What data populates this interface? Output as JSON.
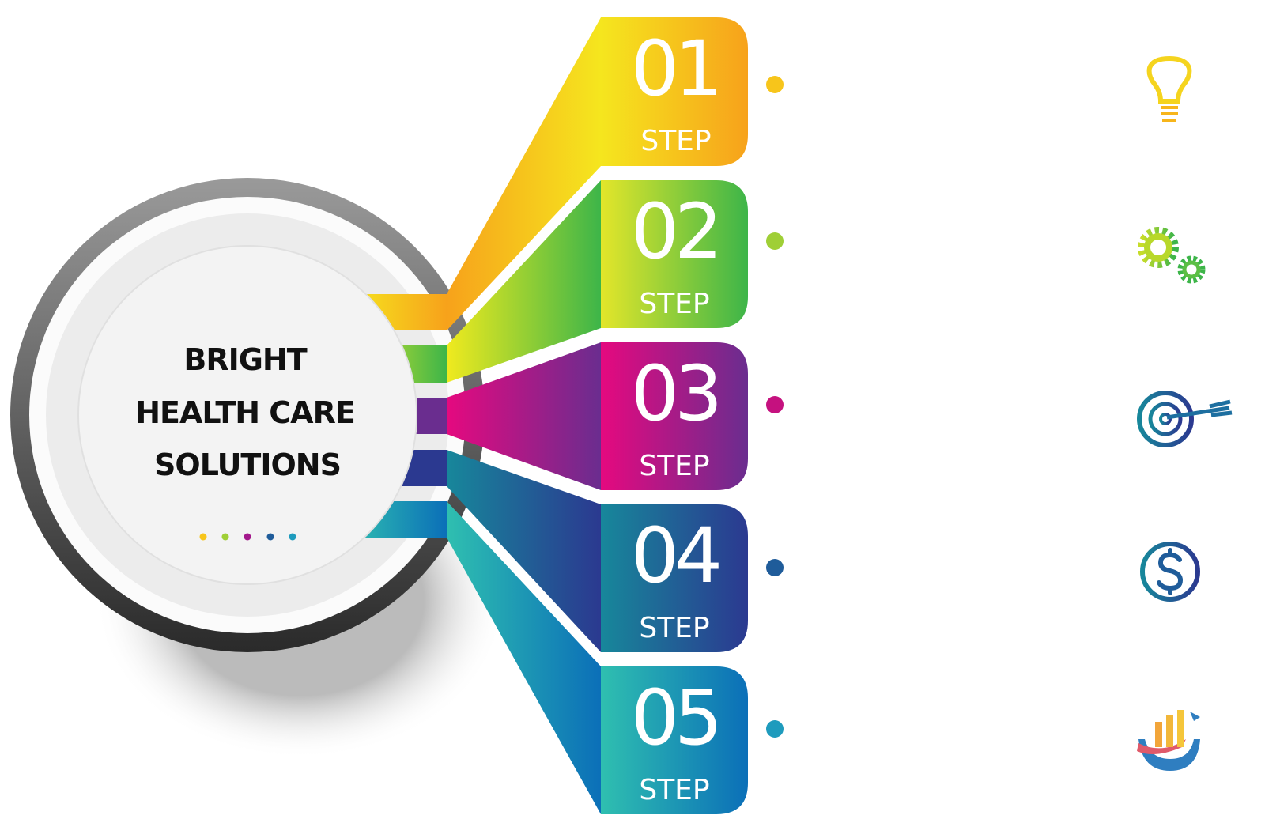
{
  "title": {
    "line1": "BRIGHT",
    "line2": "HEALTH CARE",
    "line3": "SOLUTIONS"
  },
  "steps": [
    {
      "number": "01",
      "label": "STEP",
      "icon": "lightbulb-icon",
      "colors": [
        "#f5e61e",
        "#f7a21b"
      ]
    },
    {
      "number": "02",
      "label": "STEP",
      "icon": "gears-icon",
      "colors": [
        "#e3e62a",
        "#3db549"
      ]
    },
    {
      "number": "03",
      "label": "STEP",
      "icon": "target-icon",
      "colors": [
        "#e5097f",
        "#6a2d8f"
      ]
    },
    {
      "number": "04",
      "label": "STEP",
      "icon": "dollar-coin-icon",
      "colors": [
        "#17879b",
        "#2b3990"
      ]
    },
    {
      "number": "05",
      "label": "STEP",
      "icon": "growth-chart-icon",
      "colors": [
        "#2fbfb0",
        "#0b6fb8"
      ]
    }
  ]
}
